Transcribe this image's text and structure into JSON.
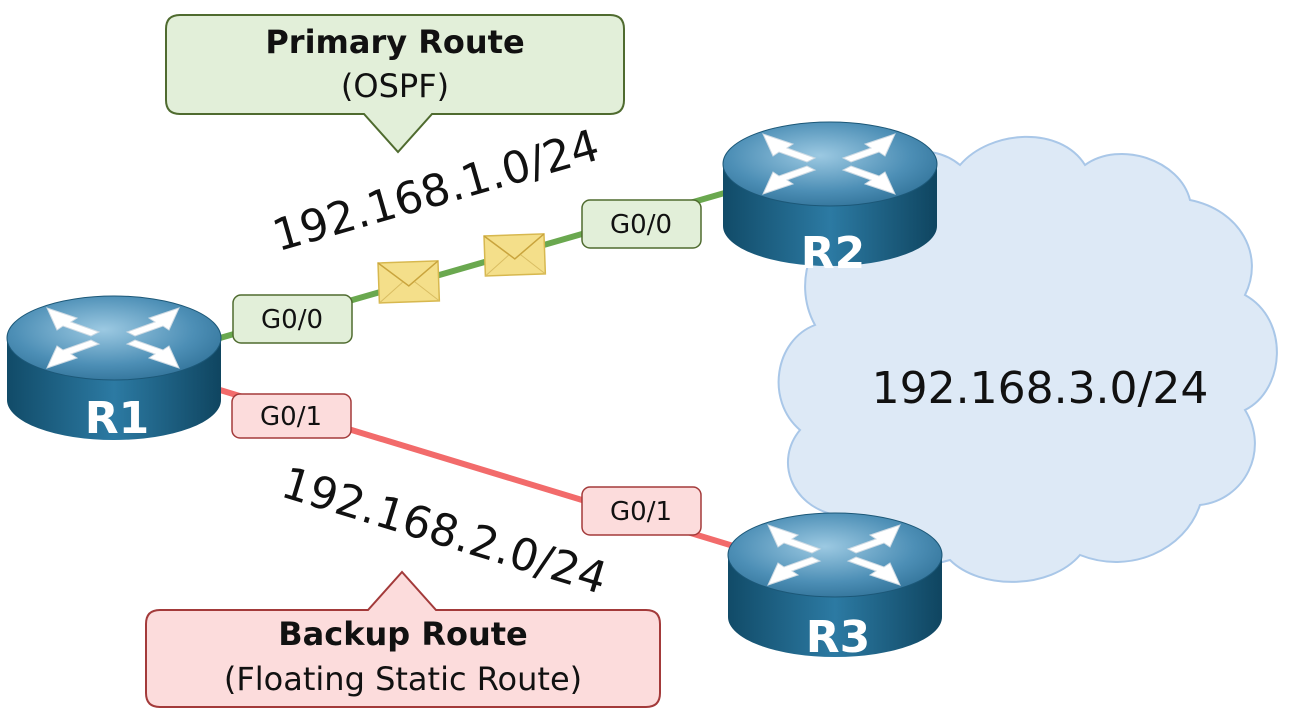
{
  "callouts": {
    "primary": {
      "title": "Primary Route",
      "subtitle": "(OSPF)"
    },
    "backup": {
      "title": "Backup Route",
      "subtitle": "(Floating Static Route)"
    }
  },
  "routers": {
    "r1": {
      "label": "R1"
    },
    "r2": {
      "label": "R2"
    },
    "r3": {
      "label": "R3"
    }
  },
  "interfaces": {
    "r1_g00": "G0/0",
    "r1_g01": "G0/1",
    "r2_g00": "G0/0",
    "r3_g01": "G0/1"
  },
  "networks": {
    "link_r1_r2": "192.168.1.0/24",
    "link_r1_r3": "192.168.2.0/24",
    "cloud": "192.168.3.0/24"
  },
  "colors": {
    "primary_link": "#6aa84f",
    "backup_link": "#f26b6b",
    "primary_fill": "#e2efd9",
    "primary_stroke": "#4f6b2f",
    "backup_fill": "#fcdcdc",
    "backup_stroke": "#a33a3a",
    "cloud_fill": "#dde9f6",
    "cloud_stroke": "#a9c7e8",
    "router_body": "#1f5f80",
    "router_top": "#5f9ec2"
  }
}
